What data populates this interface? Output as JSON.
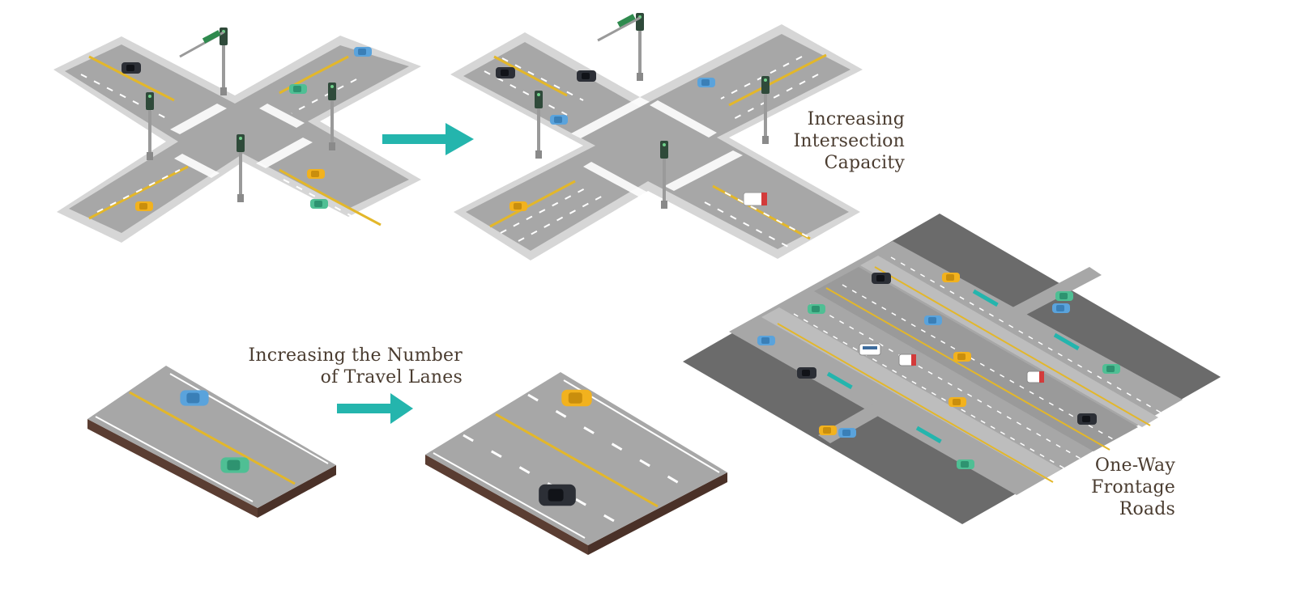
{
  "labels": {
    "intersection_capacity": [
      "Increasing",
      "Intersection",
      "Capacity"
    ],
    "travel_lanes": [
      "Increasing the Number",
      "of Travel Lanes"
    ],
    "frontage_roads": [
      "One-Way",
      "Frontage",
      "Roads"
    ]
  },
  "colors": {
    "accent_arrow": "#24b5ad",
    "text": "#4a3c30",
    "asphalt": "#a7a7a7",
    "sidewalk": "#d6d6d6",
    "lane_yellow": "#e3b72a",
    "ground_dark": "#6b6b6b",
    "earth": "#5a3d32"
  },
  "icons": [
    "right-arrow-icon",
    "right-arrow-icon",
    "traffic-signal-icon",
    "car-icon",
    "truck-icon",
    "bus-icon"
  ]
}
